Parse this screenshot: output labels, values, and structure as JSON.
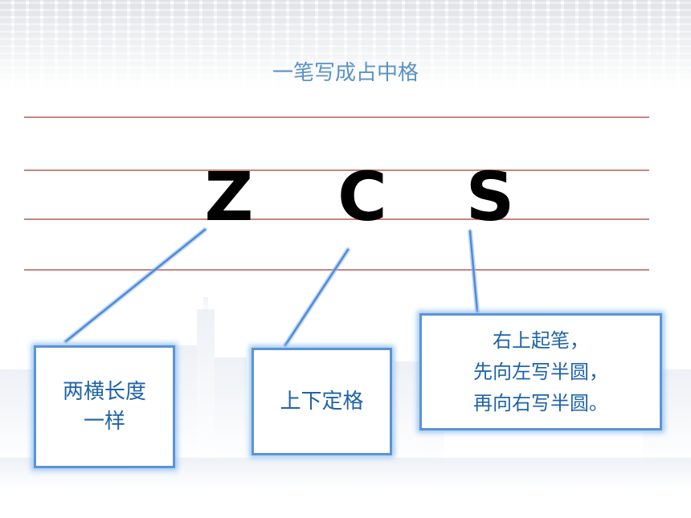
{
  "title": "一笔写成占中格",
  "letters": [
    "Z",
    "C",
    "S"
  ],
  "callouts": [
    {
      "lines": [
        "两横长度",
        "一样"
      ]
    },
    {
      "lines": [
        "上下定格"
      ]
    },
    {
      "lines": [
        "右上起笔，",
        "先向左写半圆，",
        "再向右写半圆。"
      ]
    }
  ],
  "colors": {
    "title": "#5b93c4",
    "ruled_line": "#b85a5a",
    "callout_border": "#5c93d6",
    "callout_text": "#1f63a8"
  }
}
